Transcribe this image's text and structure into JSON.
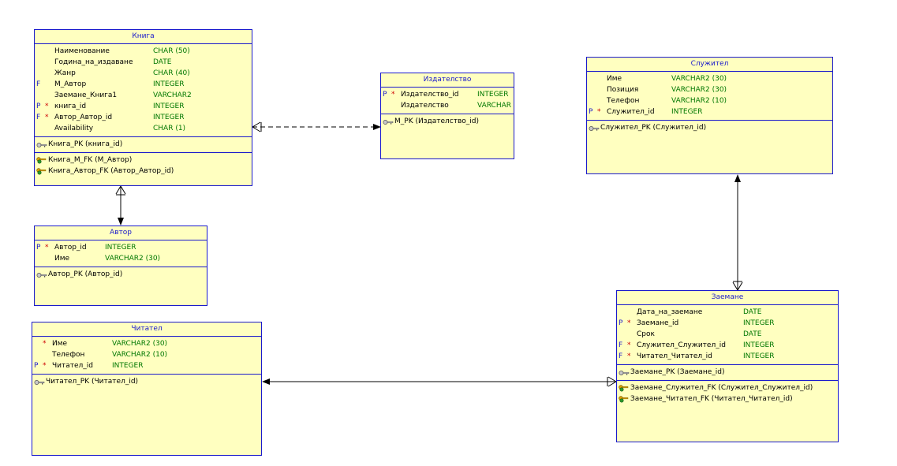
{
  "entities": {
    "kniga": {
      "title": "Книга",
      "columns": [
        {
          "flag": "",
          "mand": "",
          "name": "Наименование",
          "type": "CHAR (50)"
        },
        {
          "flag": "",
          "mand": "",
          "name": "Година_на_издаване",
          "type": "DATE"
        },
        {
          "flag": "",
          "mand": "",
          "name": "Жанр",
          "type": "CHAR (40)"
        },
        {
          "flag": "F",
          "mand": "",
          "name": "М_Автор",
          "type": "INTEGER"
        },
        {
          "flag": "",
          "mand": "",
          "name": "Заемане_Книга1",
          "type": "VARCHAR2"
        },
        {
          "flag": "P",
          "mand": "*",
          "name": "книга_id",
          "type": "INTEGER"
        },
        {
          "flag": "F",
          "mand": "*",
          "name": "Автор_Автор_id",
          "type": "INTEGER"
        },
        {
          "flag": "",
          "mand": "",
          "name": "Availability",
          "type": "CHAR (1)"
        }
      ],
      "pk": [
        "Книга_PK (книга_id)"
      ],
      "fk": [
        "Книга_М_FK (М_Автор)",
        "Книга_Автор_FK (Автор_Автор_id)"
      ]
    },
    "izdatelstvo": {
      "title": "Издателство",
      "columns": [
        {
          "flag": "P",
          "mand": "*",
          "name": "Издателство_id",
          "type": "INTEGER"
        },
        {
          "flag": "",
          "mand": "",
          "name": "Издателство",
          "type": "VARCHAR"
        }
      ],
      "pk": [
        "М_PK (Издателство_id)"
      ],
      "fk": []
    },
    "sluzhitel": {
      "title": "Служител",
      "columns": [
        {
          "flag": "",
          "mand": "",
          "name": "Име",
          "type": "VARCHAR2 (30)"
        },
        {
          "flag": "",
          "mand": "",
          "name": "Позиция",
          "type": "VARCHAR2 (30)"
        },
        {
          "flag": "",
          "mand": "",
          "name": "Телефон",
          "type": "VARCHAR2 (10)"
        },
        {
          "flag": "P",
          "mand": "*",
          "name": "Служител_id",
          "type": "INTEGER"
        }
      ],
      "pk": [
        "Служител_PK (Служител_id)"
      ],
      "fk": []
    },
    "avtor": {
      "title": "Автор",
      "columns": [
        {
          "flag": "P",
          "mand": "*",
          "name": "Автор_id",
          "type": "INTEGER"
        },
        {
          "flag": "",
          "mand": "",
          "name": "Име",
          "type": "VARCHAR2 (30)"
        }
      ],
      "pk": [
        "Автор_PK (Автор_id)"
      ],
      "fk": []
    },
    "chitatel": {
      "title": "Читател",
      "columns": [
        {
          "flag": "",
          "mand": "*",
          "name": "Име",
          "type": "VARCHAR2 (30)"
        },
        {
          "flag": "",
          "mand": "",
          "name": "Телефон",
          "type": "VARCHAR2 (10)"
        },
        {
          "flag": "P",
          "mand": "*",
          "name": "Читател_id",
          "type": "INTEGER"
        }
      ],
      "pk": [
        "Читател_PK (Читател_id)"
      ],
      "fk": []
    },
    "zaemane": {
      "title": "Заемане",
      "columns": [
        {
          "flag": "",
          "mand": "",
          "name": "Дата_на_заемане",
          "type": "DATE"
        },
        {
          "flag": "P",
          "mand": "*",
          "name": "Заемане_id",
          "type": "INTEGER"
        },
        {
          "flag": "",
          "mand": "",
          "name": "Срок",
          "type": "DATE"
        },
        {
          "flag": "F",
          "mand": "*",
          "name": "Служител_Служител_id",
          "type": "INTEGER"
        },
        {
          "flag": "F",
          "mand": "*",
          "name": "Читател_Читател_id",
          "type": "INTEGER"
        }
      ],
      "pk": [
        "Заемане_PK (Заемане_id)"
      ],
      "fk": [
        "Заемане_Служител_FK (Служител_Служител_id)",
        "Заемане_Читател_FK (Читател_Читател_id)"
      ]
    }
  },
  "colors": {
    "entity_fill": "#ffffc0",
    "entity_border": "#1a1acc",
    "type_text": "#007700",
    "mandatory_mark": "#cc0000",
    "flag_text": "#1a1acc"
  },
  "icons": {
    "primary_key": "pk-key-icon",
    "foreign_key": "fk-key-icon"
  }
}
